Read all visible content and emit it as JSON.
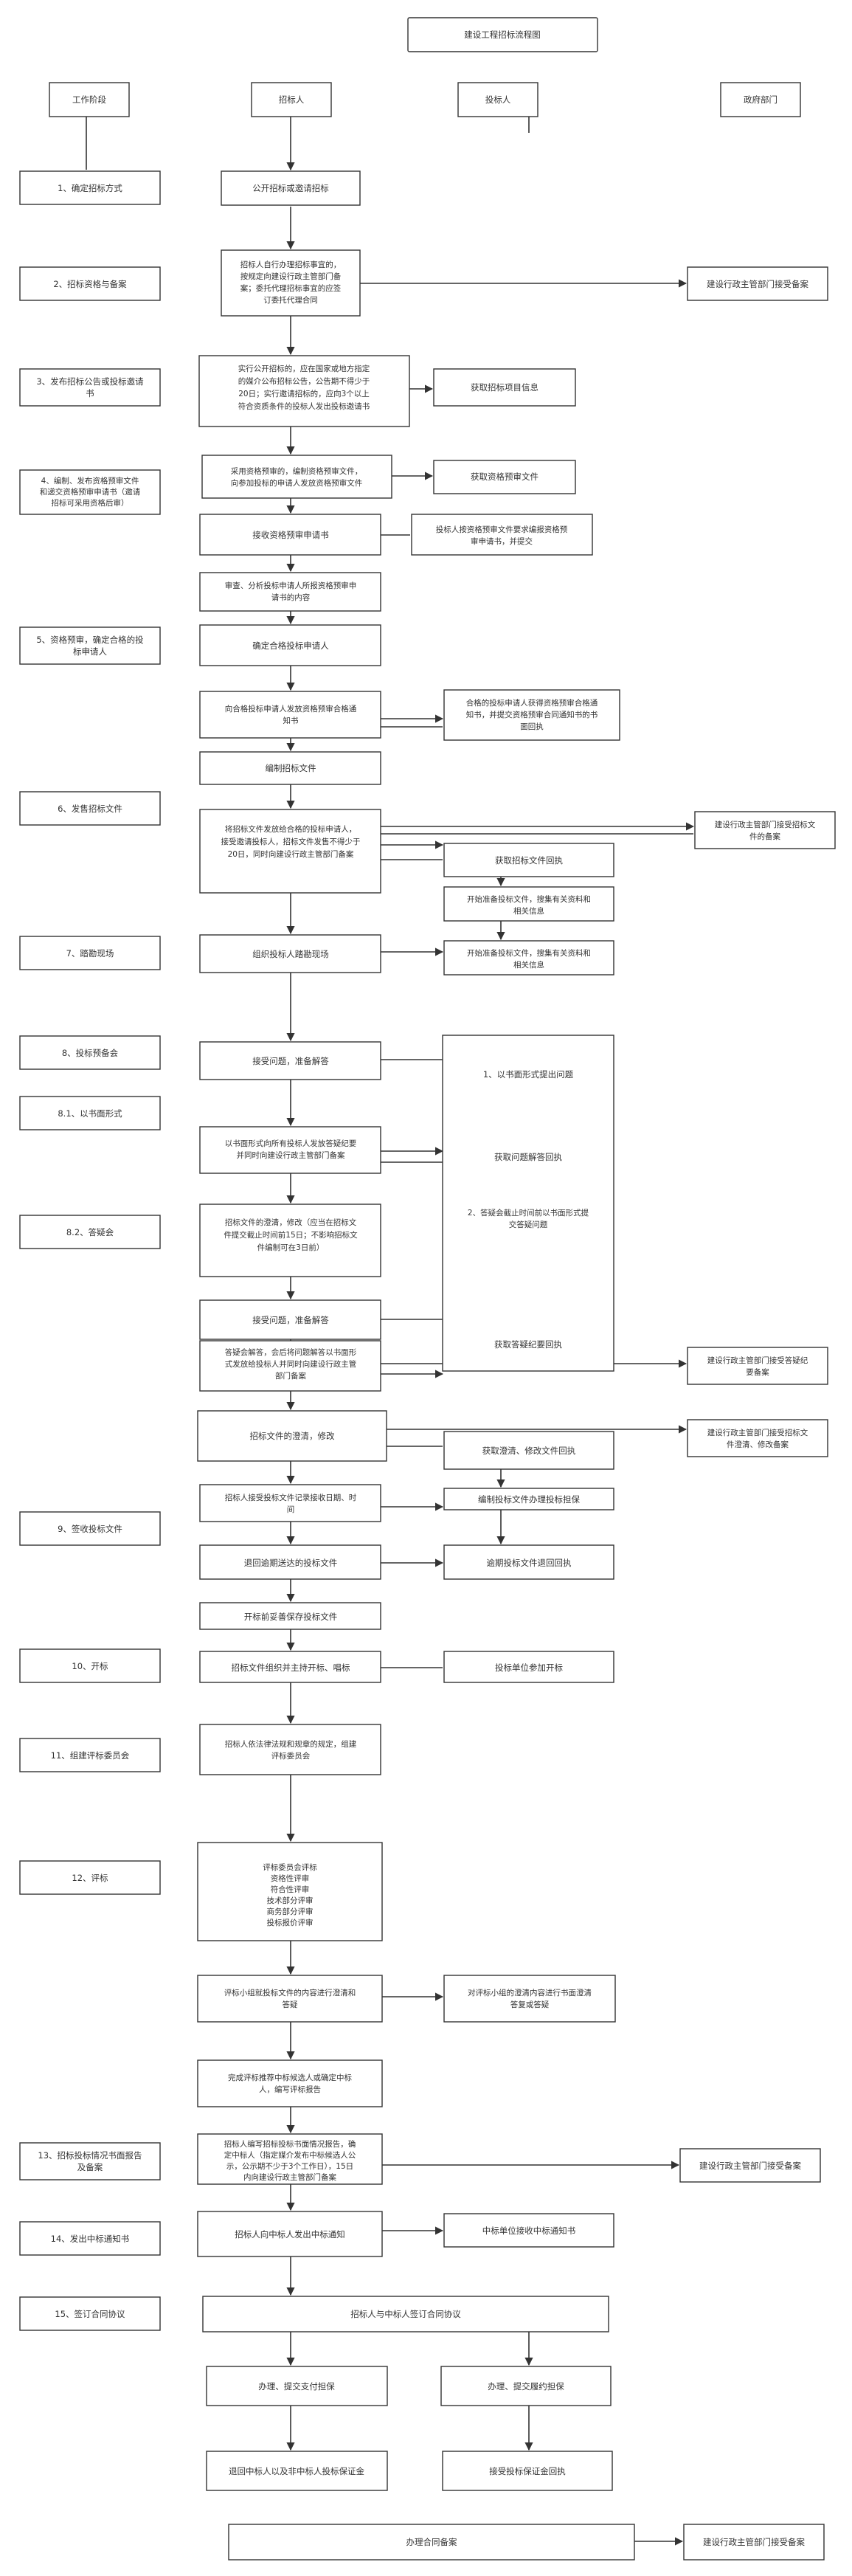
{
  "title": "建设工程招标流程图",
  "headers": {
    "stage": "工作阶段",
    "tenderer": "招标人",
    "bidder": "投标人",
    "gov": "政府部门"
  },
  "stages": {
    "s1": "1、确定招标方式",
    "s2": "2、招标资格与备案",
    "s3": [
      "3、发布招标公告或投标邀请",
      "书"
    ],
    "s4": [
      "4、编制、发布资格预审文件",
      "和递交资格预审申请书（邀请",
      "招标可采用资格后审）"
    ],
    "s5": [
      "5、资格预审，确定合格的投",
      "标申请人"
    ],
    "s6": "6、发售招标文件",
    "s7": "7、踏勘现场",
    "s8": "8、投标预备会",
    "s81": "8.1、以书面形式",
    "s82": "8.2、答疑会",
    "s9": "9、签收投标文件",
    "s10": "10、开标",
    "s11": "11、组建评标委员会",
    "s12": "12、评标",
    "s13": [
      "13、招标投标情况书面报告",
      "及备案"
    ],
    "s14": "14、发出中标通知书",
    "s15": "15、签订合同协议"
  },
  "tenderer": {
    "t1": "公开招标或邀请招标",
    "t2": [
      "招标人自行办理招标事宜的，",
      "按规定向建设行政主管部门备",
      "案；委托代理招标事宜的应签",
      "订委托代理合同"
    ],
    "t3": [
      "实行公开招标的，应在国家或地方指定",
      "的媒介公布招标公告，公告期不得少于",
      "20日；实行邀请招标的，应向3个以上",
      "符合资质条件的投标人发出投标邀请书"
    ],
    "t4": [
      "采用资格预审的，编制资格预审文件，",
      "向参加投标的申请人发放资格预审文件"
    ],
    "t5": "接收资格预审申请书",
    "t6": [
      "审查、分析投标申请人所报资格预审申",
      "请书的内容"
    ],
    "t7": "确定合格投标申请人",
    "t8": [
      "向合格投标申请人发放资格预审合格通",
      "知书"
    ],
    "t9": "编制招标文件",
    "t10": [
      "将招标文件发放给合格的投标申请人，",
      "接受邀请投标人，招标文件发售不得少于",
      "20日，同时向建设行政主管部门备案"
    ],
    "t11": "组织投标人踏勘现场",
    "t12": "接受问题，准备解答",
    "t13": [
      "以书面形式向所有投标人发放答疑纪要",
      "并同时向建设行政主管部门备案"
    ],
    "t14": [
      "招标文件的澄清，修改（应当在招标文",
      "件提交截止时间前15日；不影响招标文",
      "件编制可在3日前）"
    ],
    "t15": "接受问题，准备解答",
    "t16": [
      "答疑会解答，会后将问题解答以书面形",
      "式发放给投标人并同时向建设行政主管",
      "部门备案"
    ],
    "t17": "招标文件的澄清，修改",
    "t18": [
      "招标人接受投标文件记录接收日期、时",
      "间"
    ],
    "t19": "退回逾期送达的投标文件",
    "t20": "开标前妥善保存投标文件",
    "t21": "招标文件组织并主持开标、唱标",
    "t22": [
      "招标人依法律法规和规章的规定，组建",
      "评标委员会"
    ],
    "t23": [
      "评标委员会评标",
      "资格性评审",
      "符合性评审",
      "技术部分评审",
      "商务部分评审",
      "投标报价评审"
    ],
    "t24": [
      "评标小组就投标文件的内容进行澄清和",
      "答疑"
    ],
    "t25": [
      "完成评标推荐中标候选人或确定中标",
      "人，编写评标报告"
    ],
    "t26": [
      "招标人编写招标投标书面情况报告，确",
      "定中标人（指定媒介发布中标候选人公",
      "示，公示期不少于3个工作日），15日",
      "内向建设行政主管部门备案"
    ],
    "t27": "招标人向中标人发出中标通知",
    "t28": "招标人与中标人签订合同协议",
    "t29": "办理、提交支付担保",
    "t30": "退回中标人以及非中标人投标保证金",
    "t31": "办理合同备案"
  },
  "bidder": {
    "b1": "获取招标项目信息",
    "b2": "获取资格预审文件",
    "b3": [
      "投标人按资格预审文件要求编报资格预",
      "审申请书，并提交"
    ],
    "b4": [
      "合格的投标申请人获得资格预审合格通",
      "知书，并提交资格预审合同通知书的书",
      "面回执"
    ],
    "b5": "获取招标文件回执",
    "b6": [
      "开始准备投标文件，搜集有关资料和",
      "相关信息"
    ],
    "b7": [
      "开始准备投标文件，搜集有关资料和",
      "相关信息"
    ],
    "b8_q1": "1、以书面形式提出问题",
    "b8_a1": "获取问题解答回执",
    "b8_q2": [
      "2、答疑会截止时间前以书面形式提",
      "交答疑问题"
    ],
    "b8_a2": "获取答疑纪要回执",
    "b9": "获取澄清、修改文件回执",
    "b10": "编制投标文件办理投标担保",
    "b11": "逾期投标文件退回回执",
    "b12": "投标单位参加开标",
    "b13": [
      "对评标小组的澄清内容进行书面澄清",
      "答复或答疑"
    ],
    "b14": "中标单位接收中标通知书",
    "b15": "办理、提交履约担保",
    "b16": "接受投标保证金回执"
  },
  "gov": {
    "g1": "建设行政主管部门接受备案",
    "g2": [
      "建设行政主管部门接受招标文",
      "件的备案"
    ],
    "g3": [
      "建设行政主管部门接受答疑纪",
      "要备案"
    ],
    "g4": [
      "建设行政主管部门接受招标文",
      "件澄清、修改备案"
    ],
    "g5": "建设行政主管部门接受备案",
    "g6": "建设行政主管部门接受备案"
  }
}
